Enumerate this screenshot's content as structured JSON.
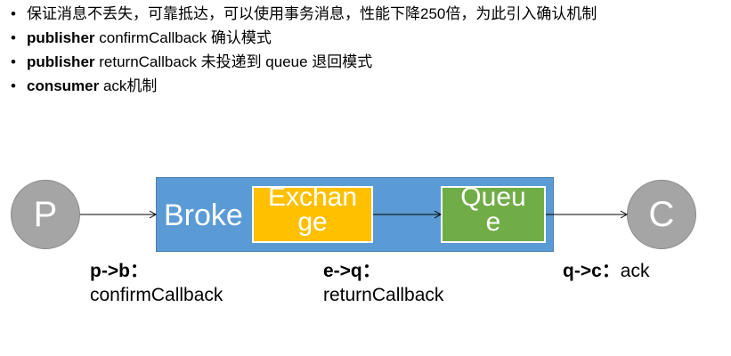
{
  "bullets": [
    {
      "bold": "",
      "text": "保证消息不丢失，可靠抵达，可以使用事务消息，性能下降250倍，为此引入确认机制"
    },
    {
      "bold": "publisher",
      "text": " confirmCallback 确认模式"
    },
    {
      "bold": "publisher",
      "text": " returnCallback 未投递到 queue 退回模式"
    },
    {
      "bold": "consumer",
      "text": " ack机制"
    }
  ],
  "bullet_glyph": "•",
  "diagram": {
    "producer": "P",
    "consumer": "C",
    "broker": "Broke",
    "exchange_line1": "Exchan",
    "exchange_line2": "ge",
    "queue_line1": "Queu",
    "queue_line2": "e",
    "labels": {
      "pb_title": "p->b：",
      "pb_text": "confirmCallback",
      "eq_title": "e->q：",
      "eq_text": "returnCallback",
      "qc_title": "q->c：",
      "qc_text": "ack"
    }
  },
  "colors": {
    "broker": "#5b9bd5",
    "exchange": "#ffc000",
    "queue": "#70ad47",
    "endpoint": "#a5a5a5"
  }
}
